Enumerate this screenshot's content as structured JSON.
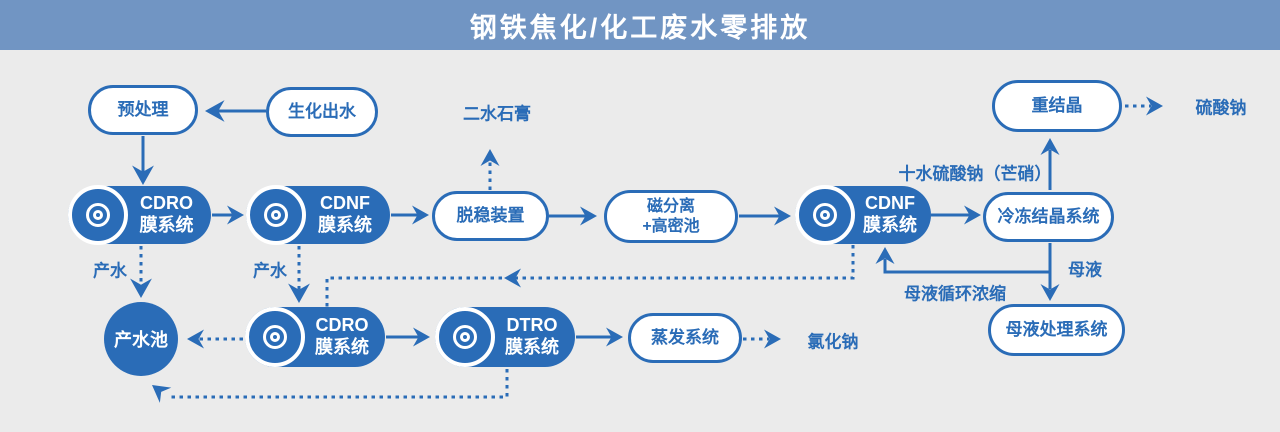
{
  "header": {
    "title": "钢铁焦化/化工废水零排放"
  },
  "nodes": {
    "pretreatment": {
      "label": "预处理"
    },
    "biochemical_effluent": {
      "label": "生化出水"
    },
    "cdro_top": {
      "line1": "CDRO",
      "line2": "膜系统",
      "icon": "membrane-disc"
    },
    "cdnf_top": {
      "line1": "CDNF",
      "line2": "膜系统",
      "icon": "membrane-disc"
    },
    "destabilization": {
      "label": "脱稳装置"
    },
    "magnetic_separation": {
      "line1": "磁分离",
      "line2": "+高密池"
    },
    "cdnf_right": {
      "line1": "CDNF",
      "line2": "膜系统",
      "icon": "membrane-disc"
    },
    "freeze_crystallization": {
      "label": "冷冻结晶系统"
    },
    "recrystallization": {
      "label": "重结晶"
    },
    "mother_liquor_treatment": {
      "label": "母液处理系统"
    },
    "product_water_pool": {
      "label": "产水池"
    },
    "cdro_bottom": {
      "line1": "CDRO",
      "line2": "膜系统",
      "icon": "membrane-disc"
    },
    "dtro": {
      "line1": "DTRO",
      "line2": "膜系统",
      "icon": "membrane-disc"
    },
    "evaporation": {
      "label": "蒸发系统"
    }
  },
  "flow_labels": {
    "gypsum": "二水石膏",
    "sodium_sulfate": "硫酸钠",
    "glauber_salt": "十水硫酸钠（芒硝）",
    "mother_liquor": "母液",
    "mother_liquor_recycle": "母液循环浓缩",
    "product_water_1": "产水",
    "product_water_2": "产水",
    "sodium_chloride": "氯化钠"
  },
  "colors": {
    "accent_blue": "#2a6cb7",
    "header_bg": "#7195c3",
    "page_bg": "#ebebeb",
    "node_text_light": "#ffffff"
  }
}
